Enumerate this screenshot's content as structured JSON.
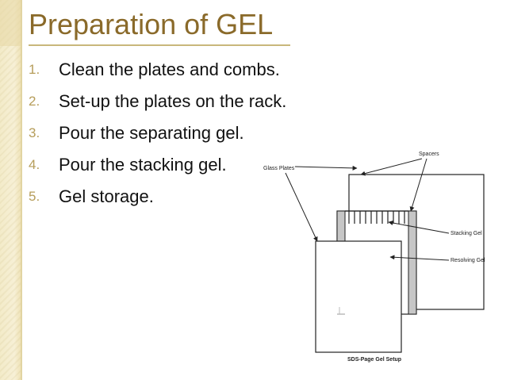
{
  "slide": {
    "title": "Preparation of GEL",
    "steps": [
      {
        "number": "1.",
        "text": "Clean the plates and combs."
      },
      {
        "number": "2.",
        "text": "Set-up the plates on the rack."
      },
      {
        "number": "3.",
        "text": "Pour the separating gel."
      },
      {
        "number": "4.",
        "text": "Pour the stacking gel."
      },
      {
        "number": "5.",
        "text": "Gel storage."
      }
    ]
  },
  "figure": {
    "labels": {
      "spacers": "Spacers",
      "glass_plates": "Glass Plates",
      "stacking_gel": "Stacking Gel",
      "resolving_gel": "Resolving Gel",
      "caption": "SDS-Page Gel Setup"
    }
  }
}
